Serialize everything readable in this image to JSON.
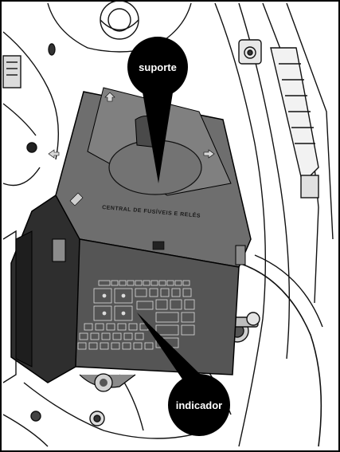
{
  "callouts": {
    "top": {
      "label": "suporte"
    },
    "bottom": {
      "label": "indicador"
    }
  },
  "box": {
    "embossed_text": "CENTRAL DE FUSÍVEIS E RELÉS"
  },
  "colors": {
    "callout_fill": "#000000",
    "callout_text": "#ffffff",
    "box_face": "#5a5a5a",
    "box_dark": "#2a2a2a",
    "line_art": "#111111"
  }
}
